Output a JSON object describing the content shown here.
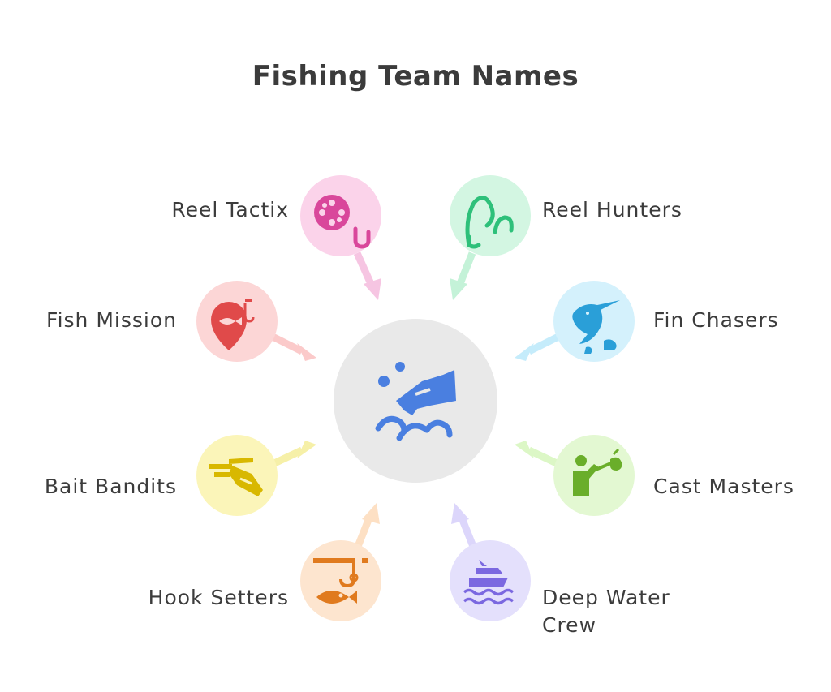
{
  "title": "Fishing Team Names",
  "center": {
    "icon": "hand-fishing-in-waves-icon",
    "color": "#4a7fe0"
  },
  "items": [
    {
      "name": "Reel Tactix",
      "icon": "fishing-reel-icon",
      "color": "#d9479b"
    },
    {
      "name": "Reel Hunters",
      "icon": "fishing-line-icon",
      "color": "#2ec07a"
    },
    {
      "name": "Fish Mission",
      "icon": "fish-location-pin-icon",
      "color": "#e04a4a"
    },
    {
      "name": "Fin Chasers",
      "icon": "jumping-marlin-icon",
      "color": "#2a9fd8"
    },
    {
      "name": "Bait Bandits",
      "icon": "bait-lure-icon",
      "color": "#d8b800"
    },
    {
      "name": "Cast Masters",
      "icon": "angler-with-rod-icon",
      "color": "#6aae2a"
    },
    {
      "name": "Hook Setters",
      "icon": "hook-and-fish-icon",
      "color": "#e07a1e"
    },
    {
      "name": "Deep Water Crew",
      "icon": "boat-on-waves-icon",
      "color": "#7b68e0"
    }
  ]
}
